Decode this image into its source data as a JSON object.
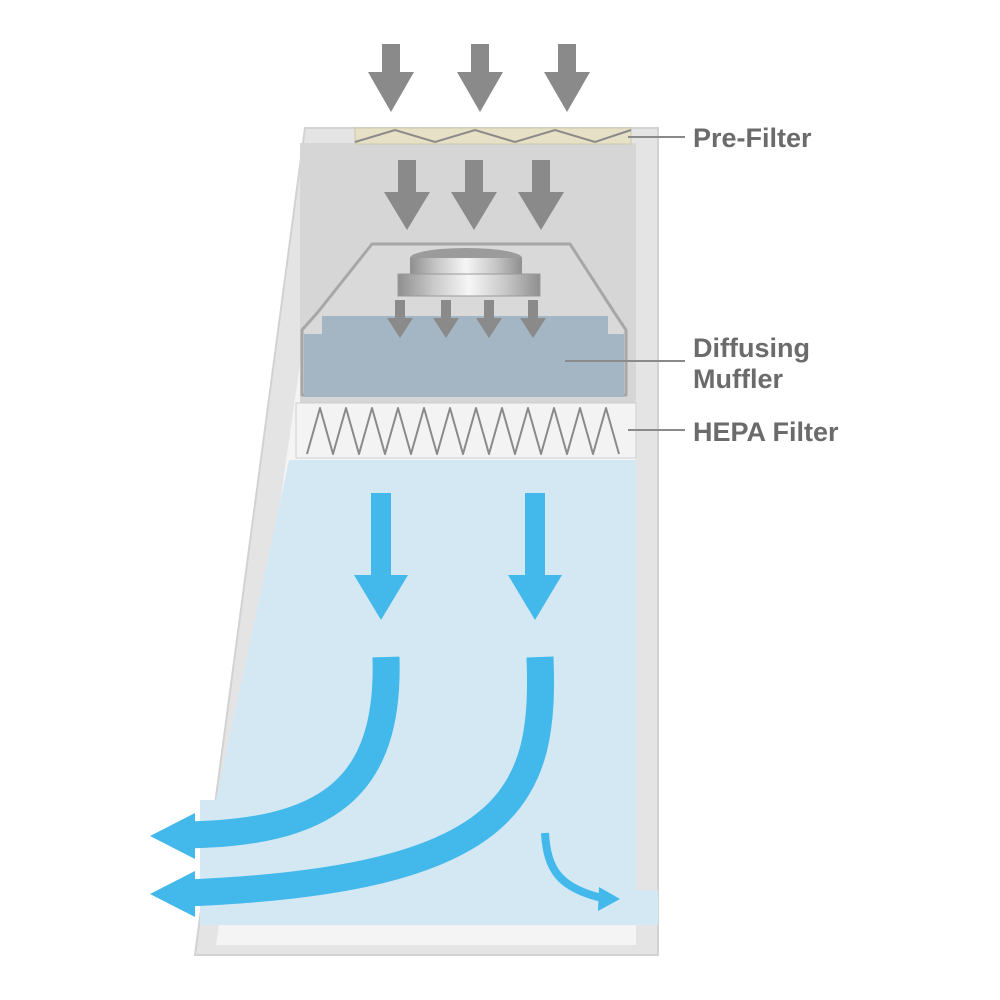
{
  "labels": {
    "pre_filter": "Pre-Filter",
    "muffler_line1": "Diffusing",
    "muffler_line2": "Muffler",
    "hepa_filter": "HEPA Filter"
  },
  "colors": {
    "cabinet_outer": "#e4e4e4",
    "cabinet_inner": "#f4f4f4",
    "plenum": "#d6d6d6",
    "prefilter": "#e6e1c6",
    "muffler": "#a4b6c3",
    "hepa": "#f3f3f3",
    "work_area": "#d4e8f4",
    "gray_arrow": "#8a8a8a",
    "blue_arrow": "#42b9ea",
    "label_text": "#6b6b6b"
  }
}
